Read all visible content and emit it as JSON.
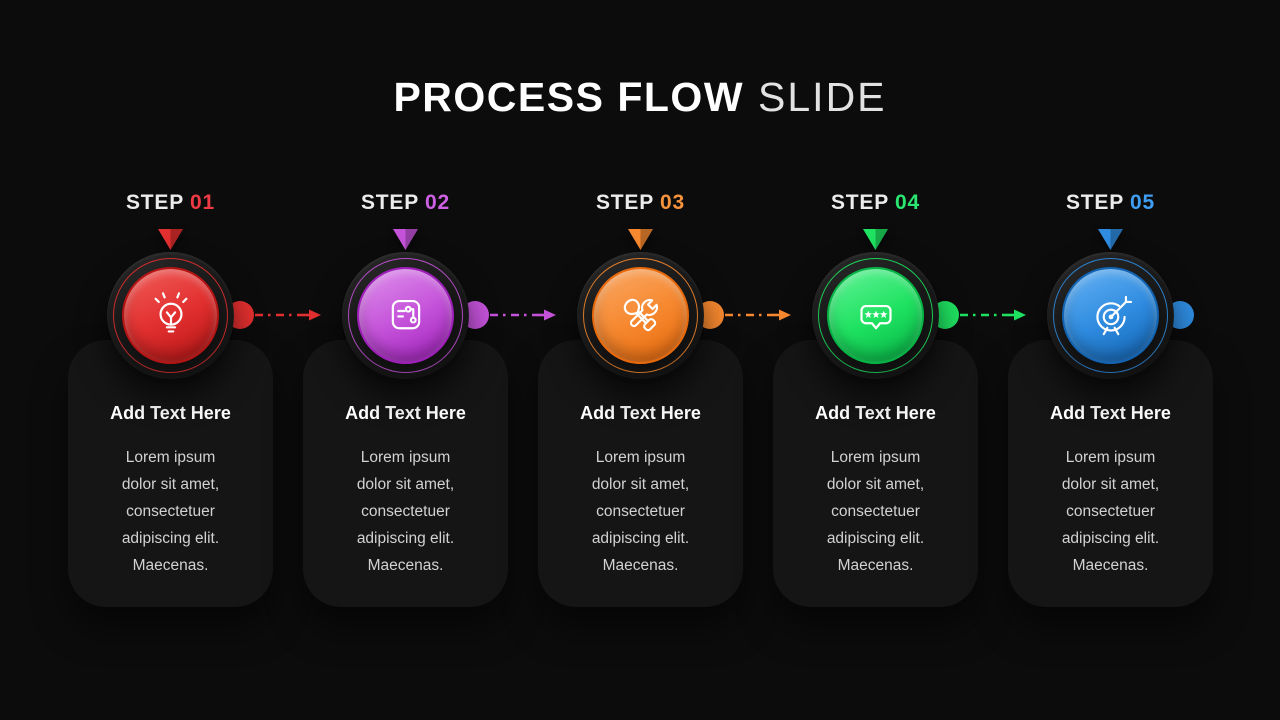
{
  "theme": {
    "background": "#0c0c0c",
    "card": "#151515",
    "muted": "#d2d2d2"
  },
  "slide_title": {
    "primary": "PROCESS FLOW",
    "secondary": "SLIDE"
  },
  "steps": [
    {
      "label": "STEP",
      "number": "01",
      "icon": "lightbulb-icon",
      "heading": "Add Text Here",
      "body_lines": [
        "Lorem ipsum",
        "dolor sit amet,",
        "consectetuer",
        "adipiscing elit.",
        "Maecenas."
      ],
      "has_connector": true,
      "colors": {
        "light": "#ef5b57",
        "main": "#e22f2f",
        "dark": "#b31414",
        "number": "#ee3b43"
      }
    },
    {
      "label": "STEP",
      "number": "02",
      "icon": "browser-strategy-icon",
      "heading": "Add Text Here",
      "body_lines": [
        "Lorem ipsum",
        "dolor sit amet,",
        "consectetuer",
        "adipiscing elit.",
        "Maecenas."
      ],
      "has_connector": true,
      "colors": {
        "light": "#dd8deb",
        "main": "#c553da",
        "dark": "#9f1fba",
        "number": "#ce60e4"
      }
    },
    {
      "label": "STEP",
      "number": "03",
      "icon": "tools-icon",
      "heading": "Add Text Here",
      "body_lines": [
        "Lorem ipsum",
        "dolor sit amet,",
        "consectetuer",
        "adipiscing elit.",
        "Maecenas."
      ],
      "has_connector": true,
      "colors": {
        "light": "#faa763",
        "main": "#f6882f",
        "dark": "#e8690b",
        "number": "#f6933c"
      }
    },
    {
      "label": "STEP",
      "number": "04",
      "icon": "rating-bubble-icon",
      "heading": "Add Text Here",
      "body_lines": [
        "Lorem ipsum",
        "dolor sit amet,",
        "consectetuer",
        "adipiscing elit.",
        "Maecenas."
      ],
      "has_connector": true,
      "colors": {
        "light": "#5ff295",
        "main": "#1fe261",
        "dark": "#05b445",
        "number": "#2ae56f"
      }
    },
    {
      "label": "STEP",
      "number": "05",
      "icon": "target-arrow-icon",
      "heading": "Add Text Here",
      "body_lines": [
        "Lorem ipsum",
        "dolor sit amet,",
        "consectetuer",
        "adipiscing elit.",
        "Maecenas."
      ],
      "has_connector": false,
      "colors": {
        "light": "#64b0f2",
        "main": "#2f8ce0",
        "dark": "#1263b2",
        "number": "#3f9ef4"
      }
    }
  ]
}
